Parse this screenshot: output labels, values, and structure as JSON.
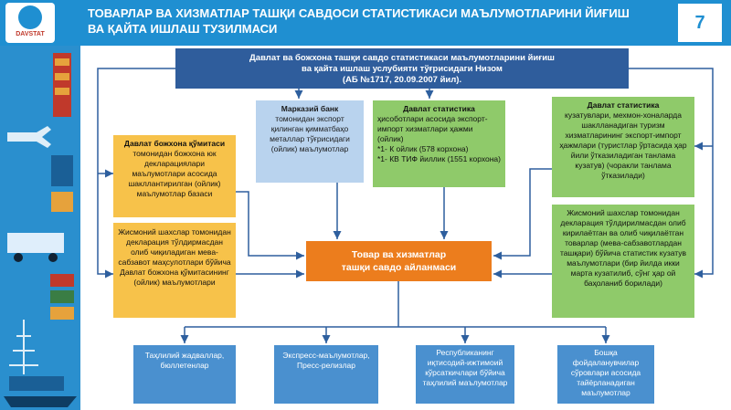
{
  "header": {
    "logo_text": "DAVSTAT",
    "title_line1": "ТОВАРЛАР ВА ХИЗМАТЛАР ТАШҚИ САВДОСИ СТАТИСТИКАСИ МАЪЛУМОТЛАРИНИ ЙИҒИШ",
    "title_line2": "ВА ҚАЙТА ИШЛАШ ТУЗИЛМАСИ",
    "page_number": "7"
  },
  "top_box": {
    "line1": "Давлат ва божхона ташқи савдо статистикаси маълумотларини йиғиш",
    "line2": "ва қайта ишлаш услубияти тўғрисидаги Низом",
    "line3": "(АБ №1717, 20.09.2007 йил)."
  },
  "central_bank": {
    "title": "Марказий банк",
    "text": "томонидан экспорт қилинган қимматбаҳо металлар тўғрисидаги (ойлик) маълумотлар"
  },
  "stat_foreign": {
    "title": "Давлат статистика",
    "text1": "ҳисоботлари асосида экспорт-импорт хизматлари ҳажми (ойлик)",
    "text2": "*1- К ойлик (578 корхона)",
    "text3": "*1- КВ ТИФ йиллик (1551 корхона)"
  },
  "stat_tourism": {
    "title": "Давлат статистика",
    "text": "кузатувлари, мехмон-хоналарда шаклланадиган туризм хизматларининг экспорт-импорт ҳажмлари (туристлар ўртасида ҳар йили ўтказиладиган танлама кузатув) (чоракли танлама ўтказилади)"
  },
  "customs": {
    "title": "Давлат божхона қўмитаси",
    "text": "томонидан божхона юк декларациялари маълумотлари асосида шакллантирилган (ойлик) маълумотлар базаси"
  },
  "individuals": {
    "text": "Жисмоний шахслар томонидан декларация тўлдирмасдан олиб чиқиладиган мева-сабзавот маҳсулотлари бўйича Давлат божхона қўмитасининг (ойлик) маълумотлари"
  },
  "individuals_right": {
    "text": "Жисмоний шахслар томонидан декларация тўлдирилмасдан олиб кирилаётган ва олиб чиқилаётган товарлар (мева-сабзавотлардан ташқари) бўйича статистик кузатув маълумотлари (бир йилда икки марта кузатилиб, сўнг ҳар ой баҳоланиб борилади)"
  },
  "center": {
    "line1": "Товар ва хизматлар",
    "line2": "ташқи савдо айланмаси"
  },
  "outputs": [
    {
      "text": "Таҳлилий жадваллар, бюллетенлар"
    },
    {
      "text": "Экспресс-маълумотлар, Пресс-релизлар"
    },
    {
      "text": "Республиканинг иқтисодий-ижтимоий кўрсаткичлари бўйича таҳлилий маълумотлар"
    },
    {
      "text": "Бошқа фойдаланувчилар сўровлари асосида тайёрланадиган маълумотлар"
    }
  ],
  "colors": {
    "header": "#1f8fd1",
    "dark_box": "#2f5d9c",
    "light_box": "#b9d3ee",
    "green_box": "#8fca6a",
    "yellow_box": "#f7c24a",
    "center_box": "#ec7d1d",
    "output_box": "#4a90cf",
    "connector": "#2e5f9e"
  }
}
